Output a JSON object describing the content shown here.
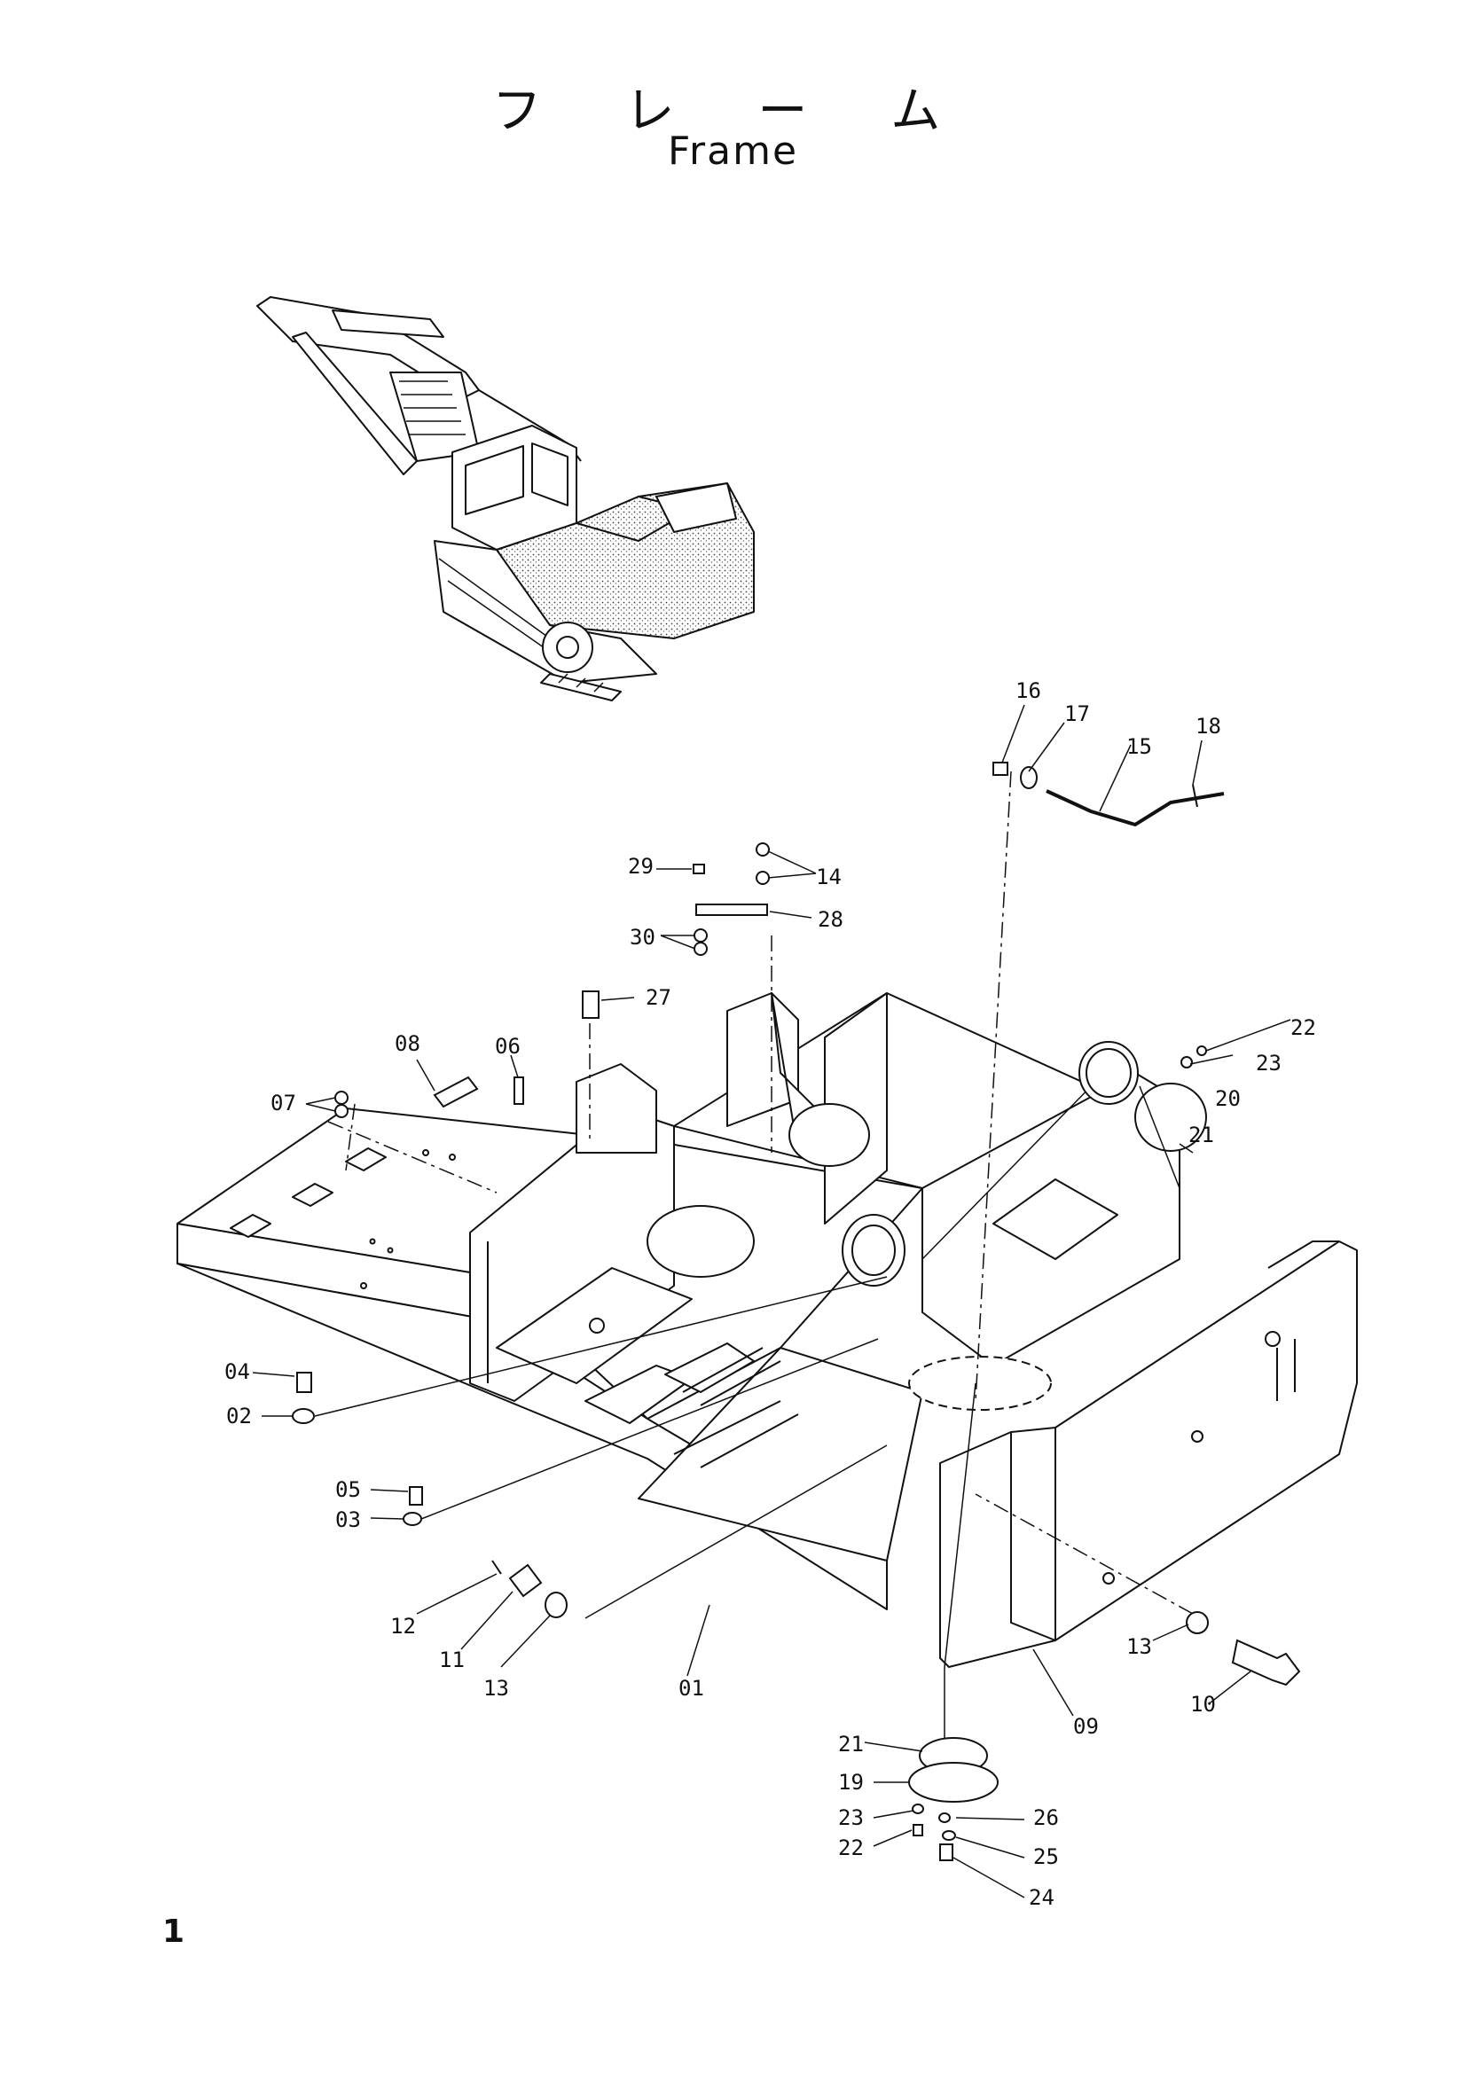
{
  "title_jp": "フ レ ー ム",
  "title_en": "Frame",
  "page_number": "1",
  "callouts": {
    "p01": "01",
    "p02": "02",
    "p03": "03",
    "p04": "04",
    "p05": "05",
    "p06": "06",
    "p07": "07",
    "p08": "08",
    "p09": "09",
    "p10": "10",
    "p11": "11",
    "p12": "12",
    "p13a": "13",
    "p13b": "13",
    "p14": "14",
    "p15": "15",
    "p16": "16",
    "p17": "17",
    "p18": "18",
    "p19": "19",
    "p20": "20",
    "p21a": "21",
    "p21b": "21",
    "p22a": "22",
    "p22b": "22",
    "p23a": "23",
    "p23b": "23",
    "p24": "24",
    "p25": "25",
    "p26": "26",
    "p27": "27",
    "p28": "28",
    "p29": "29",
    "p30": "30"
  }
}
